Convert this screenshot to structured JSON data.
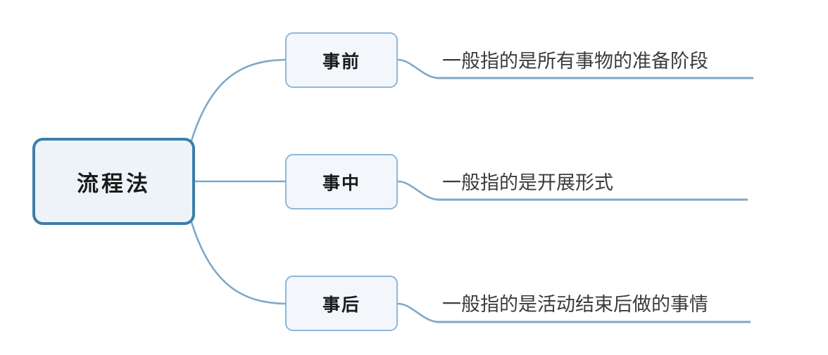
{
  "diagram": {
    "type": "mind-map",
    "title": "流程法",
    "background_color": "#ffffff",
    "root": {
      "label": "流程法",
      "border_color": "#3d7fa8",
      "fill_color": "#eef3fa"
    },
    "branch_style": {
      "border_color": "#8fb8d8",
      "fill_color": "#f3f6fb"
    },
    "connector_color": "#7fa8c8",
    "branches": [
      {
        "label": "事前",
        "description": "一般指的是所有事物的准备阶段"
      },
      {
        "label": "事中",
        "description": "一般指的是开展形式"
      },
      {
        "label": "事后",
        "description": "一般指的是活动结束后做的事情"
      }
    ]
  }
}
